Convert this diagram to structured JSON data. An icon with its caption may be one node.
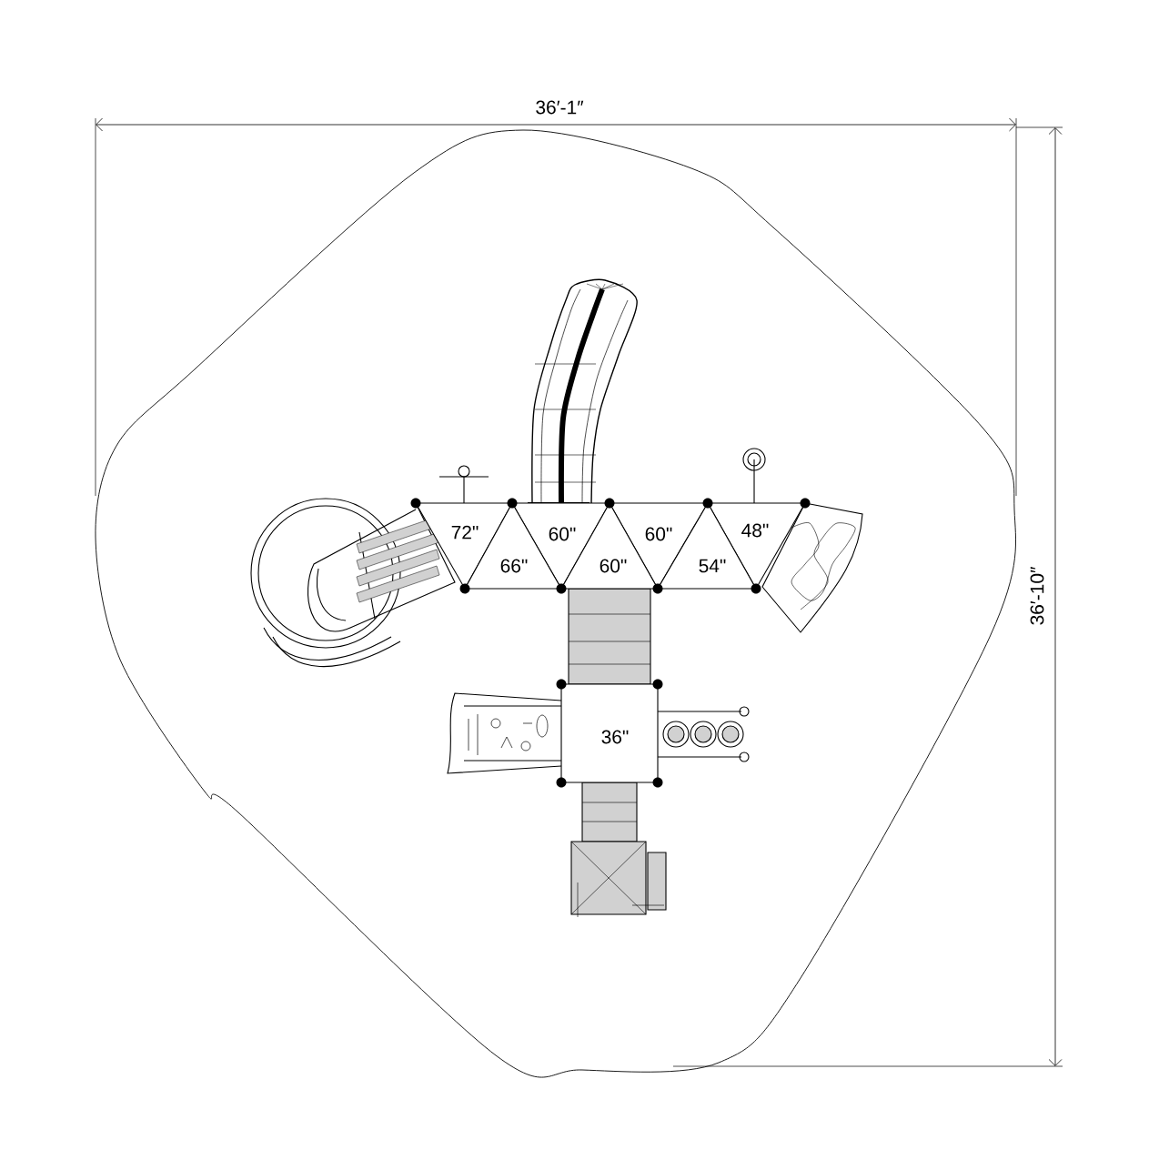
{
  "diagram": {
    "nodes": [
      {
        "text": [
          "72\""
        ]
      },
      {
        "text": [
          "60\""
        ]
      },
      {
        "text": [
          "60\""
        ]
      },
      {
        "text": [
          "48\""
        ]
      },
      {
        "text": [
          "66\""
        ]
      },
      {
        "text": [
          "60\""
        ]
      },
      {
        "text": [
          "54\""
        ]
      },
      {
        "text": [
          "36\""
        ]
      }
    ],
    "labels": [
      "36′-1″",
      "36′-10″"
    ]
  }
}
